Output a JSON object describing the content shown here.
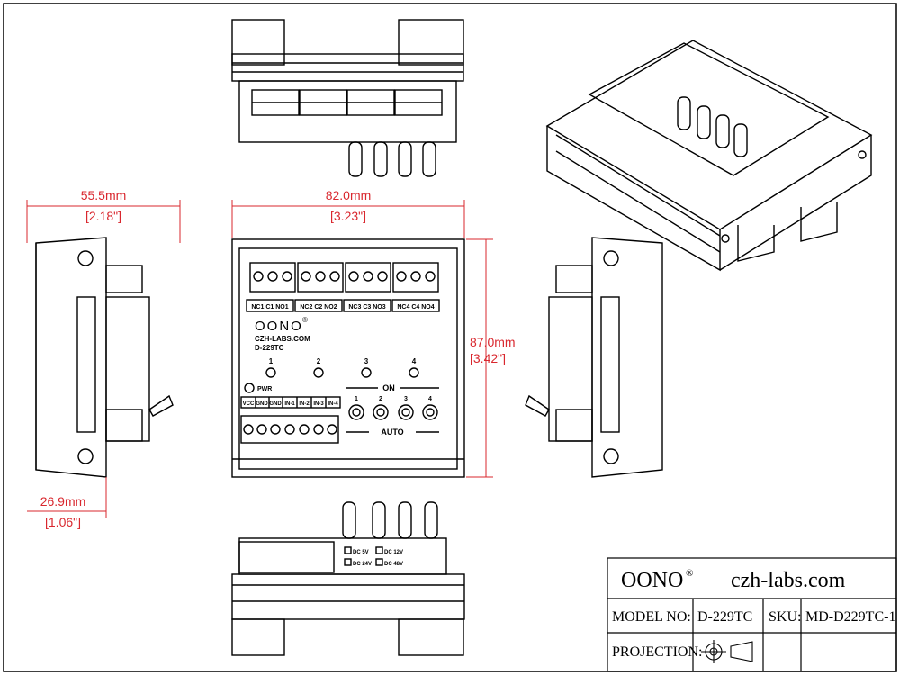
{
  "dimensions": {
    "side_width": {
      "mm": "55.5mm",
      "inch": "[2.18\"]"
    },
    "front_width": {
      "mm": "82.0mm",
      "inch": "[3.23\"]"
    },
    "height": {
      "mm": "87.0mm",
      "inch": "[3.42\"]"
    },
    "depth": {
      "mm": "26.9mm",
      "inch": "[1.06\"]"
    }
  },
  "board": {
    "relay_labels": [
      "NC1 C1 NO1",
      "NC2 C2 NO2",
      "NC3 C3 NO3",
      "NC4 C4 NO4"
    ],
    "brand": "OONO",
    "reg": "®",
    "site": "CZH-LABS.COM",
    "model": "D-229TC",
    "led_numbers": [
      "1",
      "2",
      "3",
      "4"
    ],
    "pwr": "PWR",
    "on_label": "ON",
    "auto_label": "AUTO",
    "input_labels": [
      "VCC",
      "GND",
      "GND",
      "IN-1",
      "IN-2",
      "IN-3",
      "IN-4"
    ],
    "switch_numbers": [
      "1",
      "2",
      "3",
      "4"
    ],
    "voltage_options": [
      "DC 5V",
      "DC 12V",
      "DC 24V",
      "DC 48V"
    ]
  },
  "title_block": {
    "brand": "OONO",
    "reg": "®",
    "website": "czh-labs.com",
    "model_label": "MODEL NO:",
    "model_value": "D-229TC",
    "sku_label": "SKU:",
    "sku_value": "MD-D229TC-1",
    "projection_label": "PROJECTION:"
  }
}
